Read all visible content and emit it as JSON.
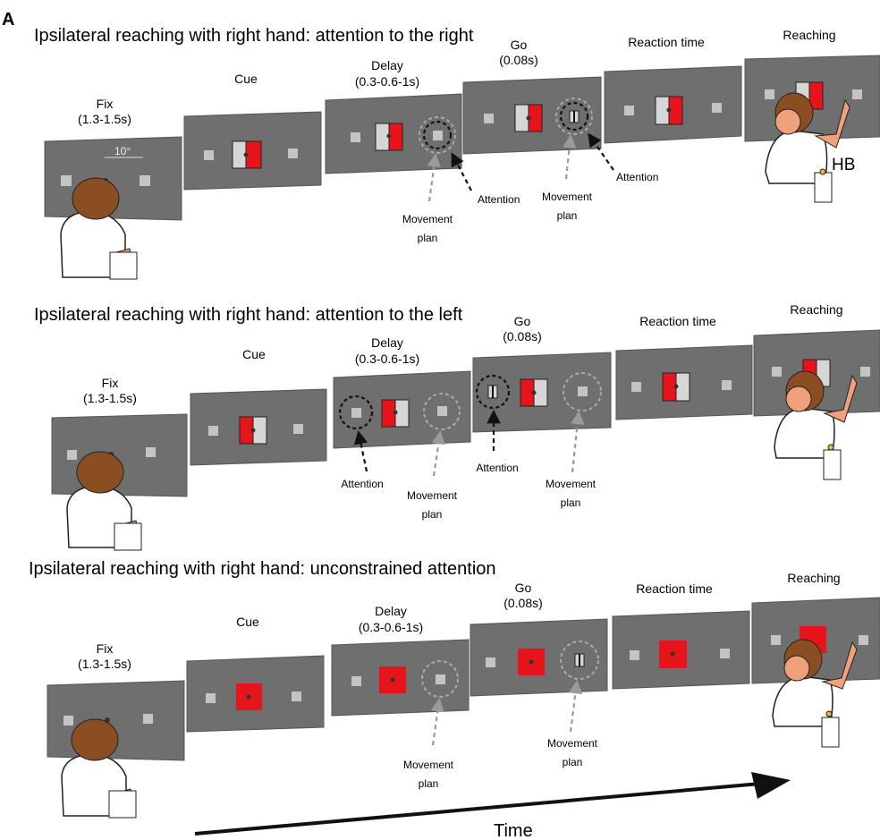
{
  "panel_letter": "A",
  "rows": [
    {
      "title": "Ipsilateral reaching with right hand: attention to the right",
      "phases": [
        {
          "label": "Fix",
          "sub": "(1.3-1.5s)"
        },
        {
          "label": "Cue",
          "sub": ""
        },
        {
          "label": "Delay",
          "sub": "(0.3-0.6-1s)"
        },
        {
          "label": "Go",
          "sub": "(0.08s)"
        },
        {
          "label": "Reaction time",
          "sub": ""
        },
        {
          "label": "Reaching",
          "sub": ""
        }
      ],
      "scale_label": "10°",
      "annotations": {
        "attention": "Attention",
        "movement": "Movement",
        "plan": "plan"
      },
      "monkey_label": "HB"
    },
    {
      "title": "Ipsilateral reaching with right hand: attention to the left",
      "phases": [
        {
          "label": "Fix",
          "sub": "(1.3-1.5s)"
        },
        {
          "label": "Cue",
          "sub": ""
        },
        {
          "label": "Delay",
          "sub": "(0.3-0.6-1s)"
        },
        {
          "label": "Go",
          "sub": "(0.08s)"
        },
        {
          "label": "Reaction time",
          "sub": ""
        },
        {
          "label": "Reaching",
          "sub": ""
        }
      ],
      "annotations": {
        "attention": "Attention",
        "movement": "Movement",
        "plan": "plan"
      }
    },
    {
      "title": "Ipsilateral reaching with right hand: unconstrained attention",
      "phases": [
        {
          "label": "Fix",
          "sub": "(1.3-1.5s)"
        },
        {
          "label": "Cue",
          "sub": ""
        },
        {
          "label": "Delay",
          "sub": "(0.3-0.6-1s)"
        },
        {
          "label": "Go",
          "sub": "(0.08s)"
        },
        {
          "label": "Reaction time",
          "sub": ""
        },
        {
          "label": "Reaching",
          "sub": ""
        }
      ],
      "annotations": {
        "movement": "Movement",
        "plan": "plan"
      }
    }
  ],
  "time_label": "Time",
  "colors": {
    "screen": "#6f6f6f",
    "target": "#c4c4c4",
    "cue_red": "#e8141b",
    "cue_gray": "#d6d6d6",
    "skin": "#f0a07a",
    "hair": "#8a4e22"
  }
}
